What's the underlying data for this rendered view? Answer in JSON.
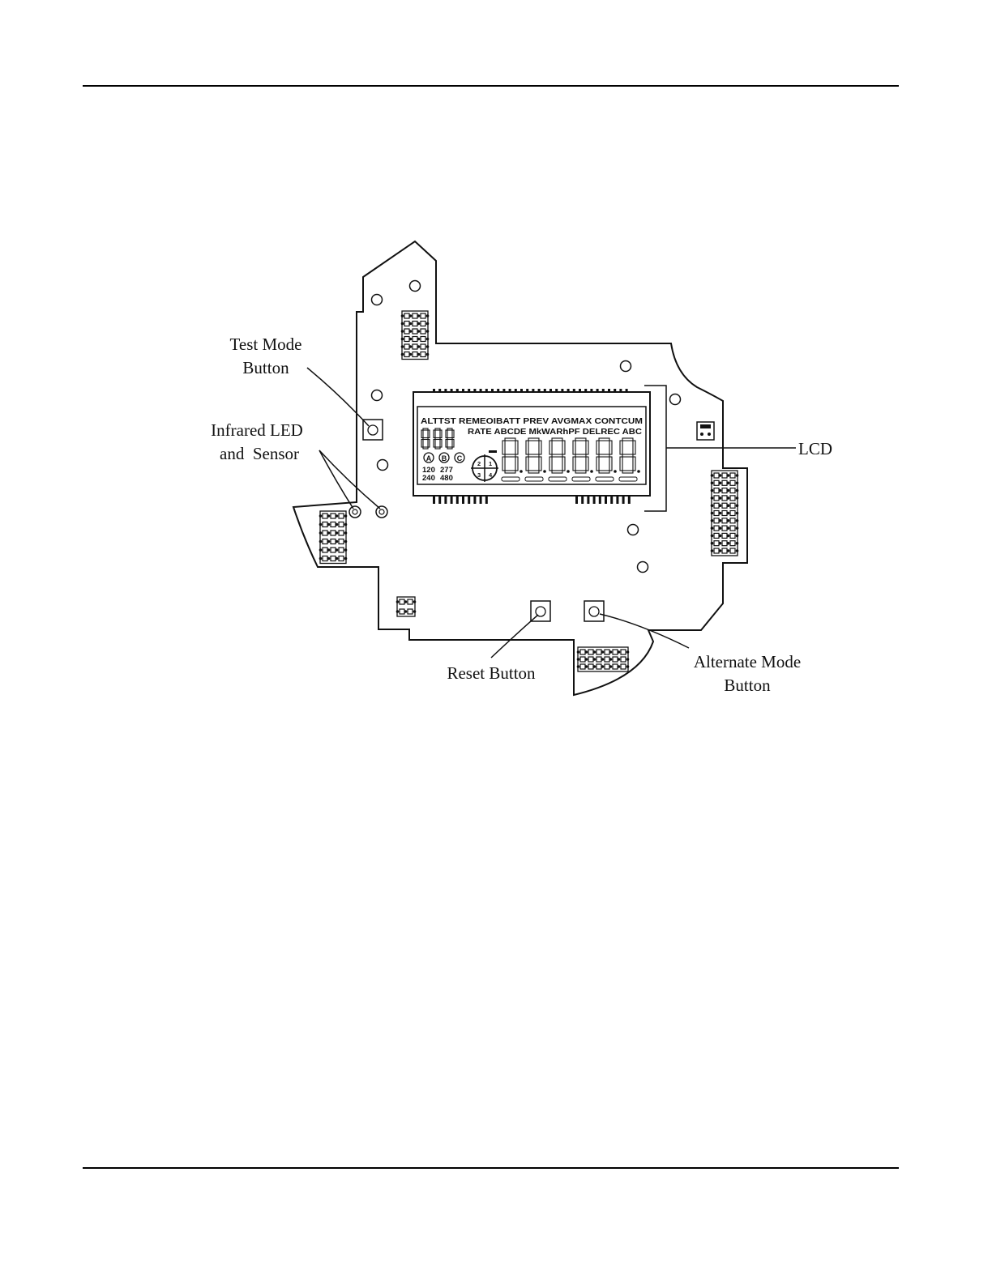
{
  "labels": {
    "test_mode": [
      "Test Mode",
      "Button"
    ],
    "infrared": [
      "Infrared LED",
      "and  Sensor"
    ],
    "lcd": "LCD",
    "reset": "Reset Button",
    "alternate": [
      "Alternate Mode",
      "Button"
    ]
  },
  "lcd_display": {
    "row1": "ALTTST REMEOIBATT PREV AVGMAX CONTCUM",
    "row2": "RATE ABCDE  MkWARhPF  DELREC  ABC",
    "phase_a": "A",
    "phase_b": "B",
    "phase_c": "C",
    "volt_1": "120",
    "volt_2": "277",
    "volt_3": "240",
    "volt_4": "480",
    "quad_1": "1",
    "quad_2": "2",
    "quad_3": "3",
    "quad_4": "4"
  }
}
